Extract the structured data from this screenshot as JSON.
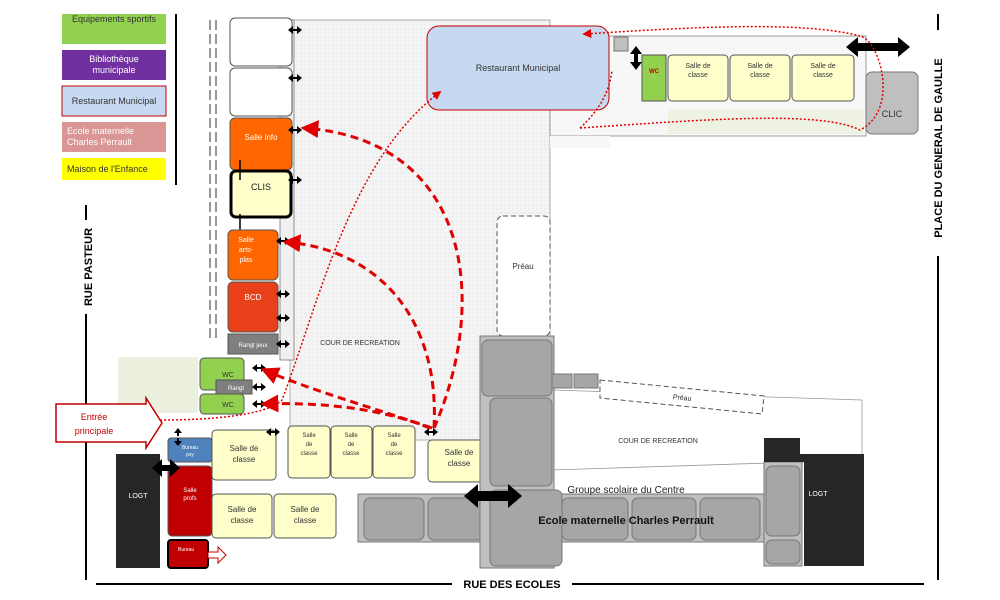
{
  "legend": [
    {
      "label": "Equipements sportifs",
      "color": "#92d050",
      "text_color": "#333333"
    },
    {
      "label": "Bibliothèque municipale",
      "color": "#7030a0",
      "text_color": "#ffffff"
    },
    {
      "label": "Restaurant Municipal",
      "color": "#c6d9f1",
      "text_color": "#333333"
    },
    {
      "label": "Ecole maternelle Charles Perrault",
      "color": "#d99694",
      "text_color": "#ffffff"
    },
    {
      "label": "Maison de l'Enfance",
      "color": "#ffff00",
      "text_color": "#333333"
    }
  ],
  "streets": {
    "left": "RUE PASTEUR",
    "bottom": "RUE DES ECOLES",
    "right": "PLACE DU GENERAL DE GAULLE"
  },
  "rooms": {
    "restaurant": "Restaurant Municipal",
    "clic": "CLIC",
    "wc": "WC",
    "salle_de_classe": "Salle de classe",
    "salle_info": "Salle info",
    "clis": "CLIS",
    "salle_arts": "Salle arts-plas",
    "bcd": "BCD",
    "rangt_jeux": "Rangt jeux",
    "rangt": "Rangt",
    "preau": "Préau",
    "cour": "COUR DE RECREATION",
    "logt": "LOGT",
    "bureau_psy": "Bureau psy",
    "salle_profs": "Salle profs",
    "bureau": "Bureau",
    "groupe_scolaire": "Groupe scolaire du Centre",
    "ecole_maternelle": "Ecole maternelle Charles Perrault"
  },
  "entree": "Entrée principale",
  "colors": {
    "green": "#92d050",
    "blue": "#c6d9f1",
    "orange": "#ff6600",
    "red_orange": "#e8411a",
    "dark_red": "#c00000",
    "cream": "#ffffcc",
    "grey": "#bfbfbf",
    "dark_grey": "#262626",
    "route_red": "#e00000"
  }
}
